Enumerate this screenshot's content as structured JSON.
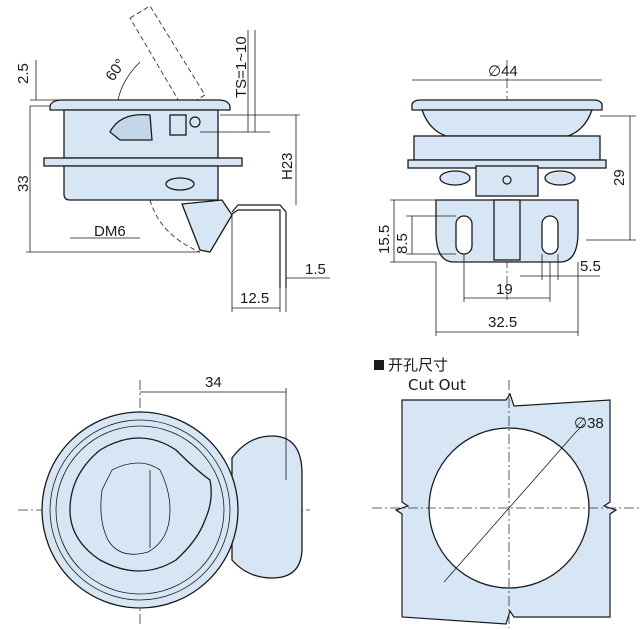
{
  "side_view": {
    "dim_flange": "2.5",
    "dim_angle": "60°",
    "dim_ts": "TS=1~10",
    "dim_height_total": "33",
    "dim_h23": "H23",
    "dim_dm": "DM6",
    "dim_bracket_thickness": "1.5",
    "dim_bracket_width": "12.5"
  },
  "front_view": {
    "dim_diameter": "∅44",
    "dim_height": "29",
    "dim_slot_height": "15.5",
    "dim_slot_inner": "8.5",
    "dim_slot_offset": "5.5",
    "dim_slot_spacing": "19",
    "dim_bracket_width": "32.5"
  },
  "top_view": {
    "dim_width": "34"
  },
  "cutout": {
    "title_cn": "开孔尺寸",
    "title_en": "Cut Out",
    "dim_diameter": "∅38"
  },
  "colors": {
    "part_fill": "#d7e6f4",
    "outline": "#1a1a1a"
  }
}
